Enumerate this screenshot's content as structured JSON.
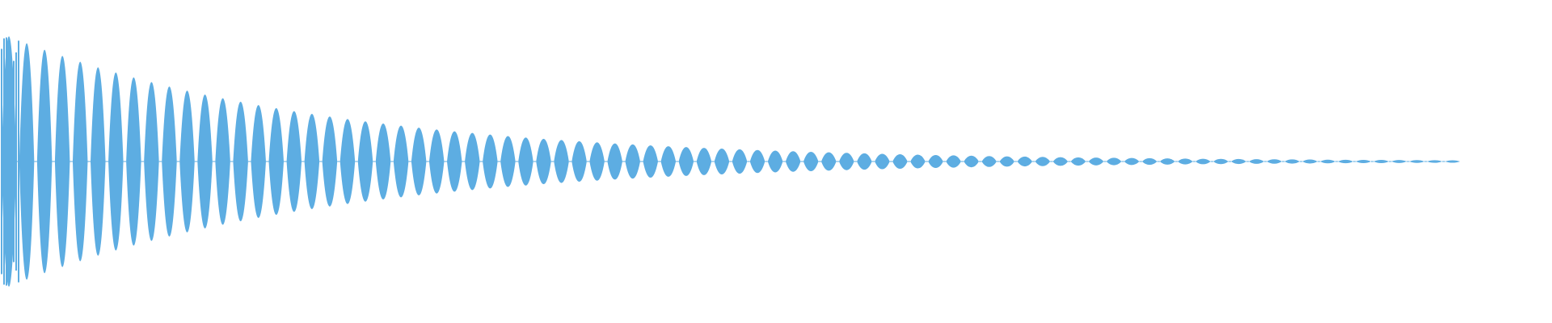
{
  "waveform": {
    "color": "#5dade2",
    "background": "#ffffff",
    "shape": "decaying oscillation with beating envelope",
    "visible_lobes": 82,
    "decay": "exponential",
    "peak_amplitude": 1.0,
    "tail_amplitude": 0.01
  }
}
